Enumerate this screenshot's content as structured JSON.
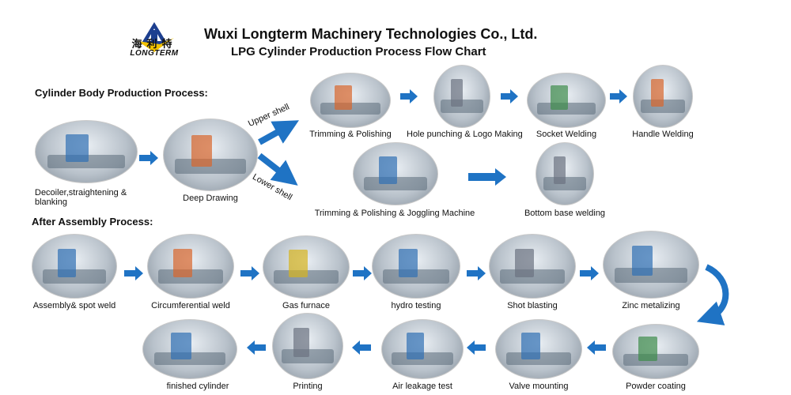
{
  "header": {
    "company": "Wuxi Longterm Machinery Technologies Co., Ltd.",
    "subtitle": "LPG Cylinder Production Process Flow Chart",
    "logo_cn": "海利特",
    "logo_en": "LONGTERM"
  },
  "sections": {
    "body": "Cylinder Body Production Process:",
    "assembly": "After Assembly Process:"
  },
  "branch_labels": {
    "upper": "Upper shell",
    "lower": "Lower shell"
  },
  "steps": {
    "decoiler": "Decoiler,straightening & blanking",
    "deep_drawing": "Deep Drawing",
    "trimming_polishing": "Trimming & Polishing",
    "hole_punching": "Hole punching & Logo Making",
    "socket_welding": "Socket Welding",
    "handle_welding": "Handle Welding",
    "trimming_joggling": "Trimming & Polishing & Joggling Machine",
    "bottom_base": "Bottom base welding",
    "assembly_spot": "Assembly& spot weld",
    "circumferential": "Circumferential weld",
    "gas_furnace": "Gas furnace",
    "hydro_testing": "hydro testing",
    "shot_blasting": "Shot blasting",
    "zinc_metalizing": "Zinc metalizing",
    "powder_coating": "Powder coating",
    "valve_mounting": "Valve mounting",
    "air_leakage": "Air leakage test",
    "printing": "Printing",
    "finished": "finished cylinder"
  },
  "colors": {
    "arrow": "#1f73c4",
    "logo_blue": "#1d3f8f",
    "logo_yellow": "#f2c200"
  }
}
